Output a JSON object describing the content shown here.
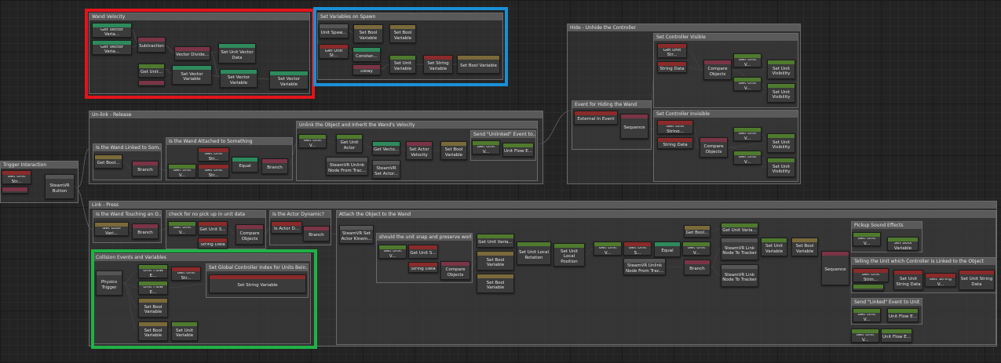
{
  "colors": {
    "red_highlight": "#e3141c",
    "blue_highlight": "#1a8fd6",
    "green_highlight": "#21b146"
  },
  "groups": {
    "wand_velocity": "Wand Velocity",
    "set_vars_on_spawn": "Set Variables on Spawn",
    "hide_unhide": "Hide - Unhide the Controller",
    "set_controller_visible": "Set Controller Visible",
    "set_controller_invisible": "Set Controller Invisible",
    "unlink_release": "Un-link - Release",
    "is_wand_linked": "Is the Wand Linked to Som...",
    "is_wand_attached": "Is the Wand Attached to Something",
    "unlink_object": "Unlink the Object and Inherit the Wand's Velocity",
    "send_unlinked": "Send \"Unlinked\" Event to...",
    "link_press": "Link - Press",
    "is_wand_touching": "Is the Wand Touching an O...",
    "check_no_pickup": "check for no pick up in unit data",
    "is_actor_dynamic": "Is the Actor Dynamic?",
    "attach_object": "Attach the Object to the Wand",
    "collision_events": "Collision Events and Variables",
    "set_global_controller": "Set Global Controller Index for Units Bein...",
    "should_snap": "should the unit snap and preserve worl...",
    "pickup_sound": "Pickup Sound Effects",
    "telling_unit": "Telling the Unit which Controller is Linked to the Object",
    "send_linked": "Send \"Linked\" Event to Unit",
    "trigger_interaction": "Trigger Interaction"
  },
  "nodes": {
    "wv_get_vec_1": "Get Vector Varia...",
    "wv_get_vec_2": "Get Vector Varia...",
    "wv_subtraction": "Subtraction",
    "wv_vector_divide": "Vector Divide...",
    "wv_set_unit_vector_data": "Set Unit Vector Data",
    "wv_get_unit": "Get Unit...",
    "wv_set_vector_var_1": "Set Vector Variable",
    "wv_set_vector_var_2": "Set Vector Variable",
    "wv_set_vector_var_3": "Set Vector Variable",
    "sp_unit_spawn": "Unit Spaw...",
    "sp_get_unit_str": "Get Unit St...",
    "sp_set_bool_1": "Set Bool Variable",
    "sp_set_bool_2": "Set Bool Variable",
    "sp_constant": "Constan...",
    "sp_delay": "Delay",
    "sp_set_unit_var": "Set Unit Variable",
    "sp_set_string_var": "Set String Variable",
    "sp_set_bool_3": "Set Bool Variable",
    "hu_event_hiding": "Event for Hiding the Wand",
    "hu_external_event": "External In Event",
    "hu_sequence": "Sequence",
    "vis_get_unit_str": "Get Unit Str...",
    "vis_string_data": "String Data",
    "vis_compare": "Compare Objects",
    "vis_get_unit_v_1": "Get Unit V...",
    "vis_get_unit_v_2": "Get Unit V...",
    "vis_set_unit_vis_1": "Set Unit Visibility",
    "vis_set_unit_vis_2": "Set Unit Visibility",
    "inv_get_unit_string": "Get Unit String...",
    "inv_string_data": "String Data",
    "inv_compare": "Compare Objects",
    "inv_get_unit_v_1": "Get Unit V...",
    "inv_get_unit_v_2": "Get Unit V...",
    "inv_set_unit_vis_1": "Set Unit Visibility",
    "inv_set_unit_vis_2": "Set Unit Visibility",
    "ti_get_unit_str": "Get Unit Str...",
    "ti_steamvr_button": "SteamVR Button",
    "ul_get_bool": "Get Bool...",
    "ul_branch_1": "Branch",
    "ul_get_unit_str_1": "Get Unit Str...",
    "ul_get_unit_v": "Get Unit V...",
    "ul_get_unit_str_2": "Get Unit Str...",
    "ul_equal": "Equal",
    "ul_branch_2": "Branch",
    "ul_get_unit_v2": "Get Unit V...",
    "ul_get_unit_actor": "Get Unit Actor",
    "ul_get_vecto": "Get Vecto...",
    "ul_set_actor_velocity": "Set Actor Velocity",
    "ul_set_bool_var": "Set Bool Variable",
    "ul_steamvr_unlink": "SteamVR Unlink Node From Trac...",
    "ul_steamvr_set_actor": "SteamVR Set Actor...",
    "ul_get_unit_v3": "Get Unit V...",
    "ul_unit_flow": "Unit Flow E...",
    "lp_get_bool_var": "Get Bool Vari...",
    "lp_branch_1": "Branch",
    "lp_get_unit_v": "Get Unit V...",
    "lp_get_unit_s": "Get Unit S...",
    "lp_string_data": "String Data",
    "lp_compare": "Compare Objects",
    "lp_is_actor_d": "Is Actor D...",
    "lp_branch_2": "Branch",
    "lp_steamvr_set_actor_kinem": "SteamVR Set Actor Kinem...",
    "sn_get_unit_v": "Get Unit V...",
    "sn_get_unit_s": "Get Unit S...",
    "sn_string_data": "String Data",
    "sn_compare": "Compare Objects",
    "at_get_unit_varia": "Get Unit Varia...",
    "at_set_bool_1": "Set Bool Variable",
    "at_set_bool_2": "Set Bool Variable",
    "at_set_unit_local_rotation": "Set Unit Local Rotation",
    "at_set_unit_local_position": "Set Unit Local Position",
    "at_get_unit_v": "Get Unit V...",
    "at_get_unit_s": "Get Unit S...",
    "at_equal": "Equal",
    "at_get_unit_v2": "Get Unit V...",
    "at_steamvr_unlink": "SteamVR Unlink Node From Trac...",
    "at_get_bool": "Get Bool...",
    "at_branch": "Branch",
    "at_get_unit_varia_2": "Get Unit Varia...",
    "at_steamvr_link_1": "SteamVR Link Node To Tracker",
    "at_steamvr_link_2": "SteamVR Link Node To Tracker",
    "at_set_unit_variable": "Set Unit Variable",
    "at_set_bool_variable": "Set Bool Variable",
    "at_sequence": "Sequence",
    "ps_get_unit_v": "Get Unit V...",
    "ps_set_bool": "Set Bool Variable",
    "tu_get_unit_string": "Get Unit Strin...",
    "tu_set_unit_string_data_1": "Set Unit String Data",
    "tu_get_string_v": "Get String V...",
    "tu_set_unit_string_data_2": "Set Unit String Data",
    "sl_get_unit_v": "Get Unit V...",
    "sl_unit_flow": "Unit Flow E...",
    "bt_get_unit_v": "Get Unit V...",
    "bt_unit_flow": "Unit Flow E...",
    "ce_physics_trigger": "Physics Trigger",
    "ce_unit_flow_1": "Unit Flow E...",
    "ce_unit_flow_2": "Unit Flow E...",
    "ce_get_unit_str": "Get Unit Str...",
    "ce_set_bool_1": "Set Bool Variable",
    "ce_set_bool_2": "Set Bool Variable",
    "ce_set_unit_var": "Set Unit Variable",
    "sg_set_string_var": "Set String Variable"
  }
}
